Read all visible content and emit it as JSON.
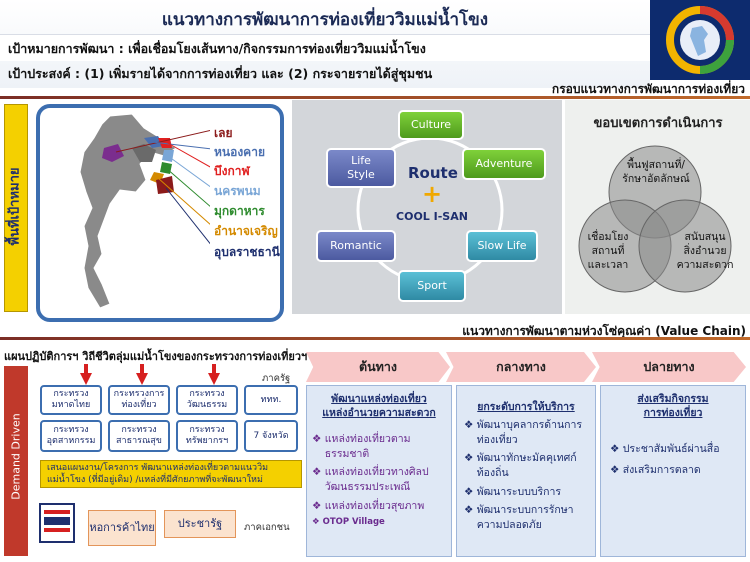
{
  "header": {
    "title": "แนวทางการพัฒนาการท่องเที่ยววิมแม่น้ำโขง",
    "goal": "เป้าหมายการพัฒนา : เพื่อเชื่อมโยงเส้นทาง/กิจกรรมการท่องเที่ยววิมแม่น้ำโขง",
    "purpose": "เป้าประสงค์ : (1) เพิ่มรายได้จากการท่องเที่ยว และ (2) กระจายรายได้สู่ชุมชน",
    "framework_title": "กรอบแนวทางการพัฒนาการท่องเที่ยว"
  },
  "map_panel": {
    "label": "พื้นที่เป้าหมาย",
    "provinces": [
      {
        "name": "เลย",
        "color": "#8b1a1a"
      },
      {
        "name": "หนองคาย",
        "color": "#4a6fb0"
      },
      {
        "name": "บึงกาฬ",
        "color": "#e02020"
      },
      {
        "name": "นครพนม",
        "color": "#7aa6d6"
      },
      {
        "name": "มุกดาหาร",
        "color": "#2e8b2e"
      },
      {
        "name": "อำนาจเจริญ",
        "color": "#d48a00"
      },
      {
        "name": "อุบลราชธานี",
        "color": "#1e2f6e"
      }
    ]
  },
  "route_diagram": {
    "center_title": "Route",
    "center_plus": "+",
    "center_sub": "COOL I-SAN",
    "nodes": {
      "culture": "Culture",
      "adventure": "Adventure",
      "slow_life": "Slow Life",
      "sport": "Sport",
      "romantic": "Romantic",
      "life_style_1": "Life",
      "life_style_2": "Style"
    }
  },
  "scope": {
    "title": "ขอบเขตการดำเนินการ",
    "circle_top": [
      "พื้นฟูสถานที่/",
      "รักษาอัตลักษณ์"
    ],
    "circle_left": [
      "เชื่อมโยง",
      "สถานที่",
      "และเวลา"
    ],
    "circle_right": [
      "สนับสนุน",
      "สิ่งอำนวย",
      "ความสะดวก"
    ]
  },
  "value_chain": {
    "title": "แนวทางการพัฒนาตามห่วงโซ่คุณค่า (Value Chain)",
    "plan_label": "แผนปฏิบัติการฯ วิถีชีวิตลุ่มแม่น้ำโขงของกระทรวงการท่องเที่ยวฯ",
    "demand_label": "Demand Driven",
    "public_label": "ภาครัฐ",
    "private_label": "ภาคเอกชน",
    "ministries_row1": [
      "กระทรวงมหาดไทย",
      "กระทรวงการท่องเที่ยว",
      "กระทรวงวัฒนธรรม",
      "ททท."
    ],
    "ministries_row2": [
      "กระทรวงอุตสาหกรรม",
      "กระทรวงสาธารณสุข",
      "กระทรวงทรัพยากรฯ",
      "7 จังหวัด"
    ],
    "proposal_line1": "เสนอแผนงาน/โครงการ พัฒนาแหล่งท่องเที่ยวตามแนววิม",
    "proposal_line2": "แม่น้ำโขง (ที่มีอยู่เดิม) /แหล่งที่มีศักยภาพที่จะพัฒนาใหม่",
    "private_boxes": [
      "หอการค้าไทย",
      "ประชารัฐ"
    ],
    "stages": [
      "ต้นทาง",
      "กลางทาง",
      "ปลายทาง"
    ],
    "upstream": {
      "heading1": "พัฒนาแหล่งท่องเที่ยว",
      "heading2": "แหล่งอำนวยความสะดวก",
      "items": [
        "แหล่งท่องเที่ยวตามธรรมชาติ",
        "แหล่งท่องเที่ยวทางศิลปวัฒนธรรมประเพณี",
        "แหล่งท่องเที่ยวสุขภาพ",
        "OTOP Village"
      ]
    },
    "midstream": {
      "heading": "ยกระดับการให้บริการ",
      "items": [
        "พัฒนาบุคลากรด้านการท่องเที่ยว",
        "พัฒนาทักษะมัคคุเทศก์ท้องถิ่น",
        "พัฒนาระบบบริการ",
        "พัฒนาระบบการรักษาความปลอดภัย"
      ]
    },
    "downstream": {
      "heading1": "ส่งเสริมกิจกรรม",
      "heading2": "การท่องเที่ยว",
      "items": [
        "ประชาสัมพันธ์ผ่านสื่อ",
        "ส่งเสริมการตลาด"
      ]
    }
  }
}
